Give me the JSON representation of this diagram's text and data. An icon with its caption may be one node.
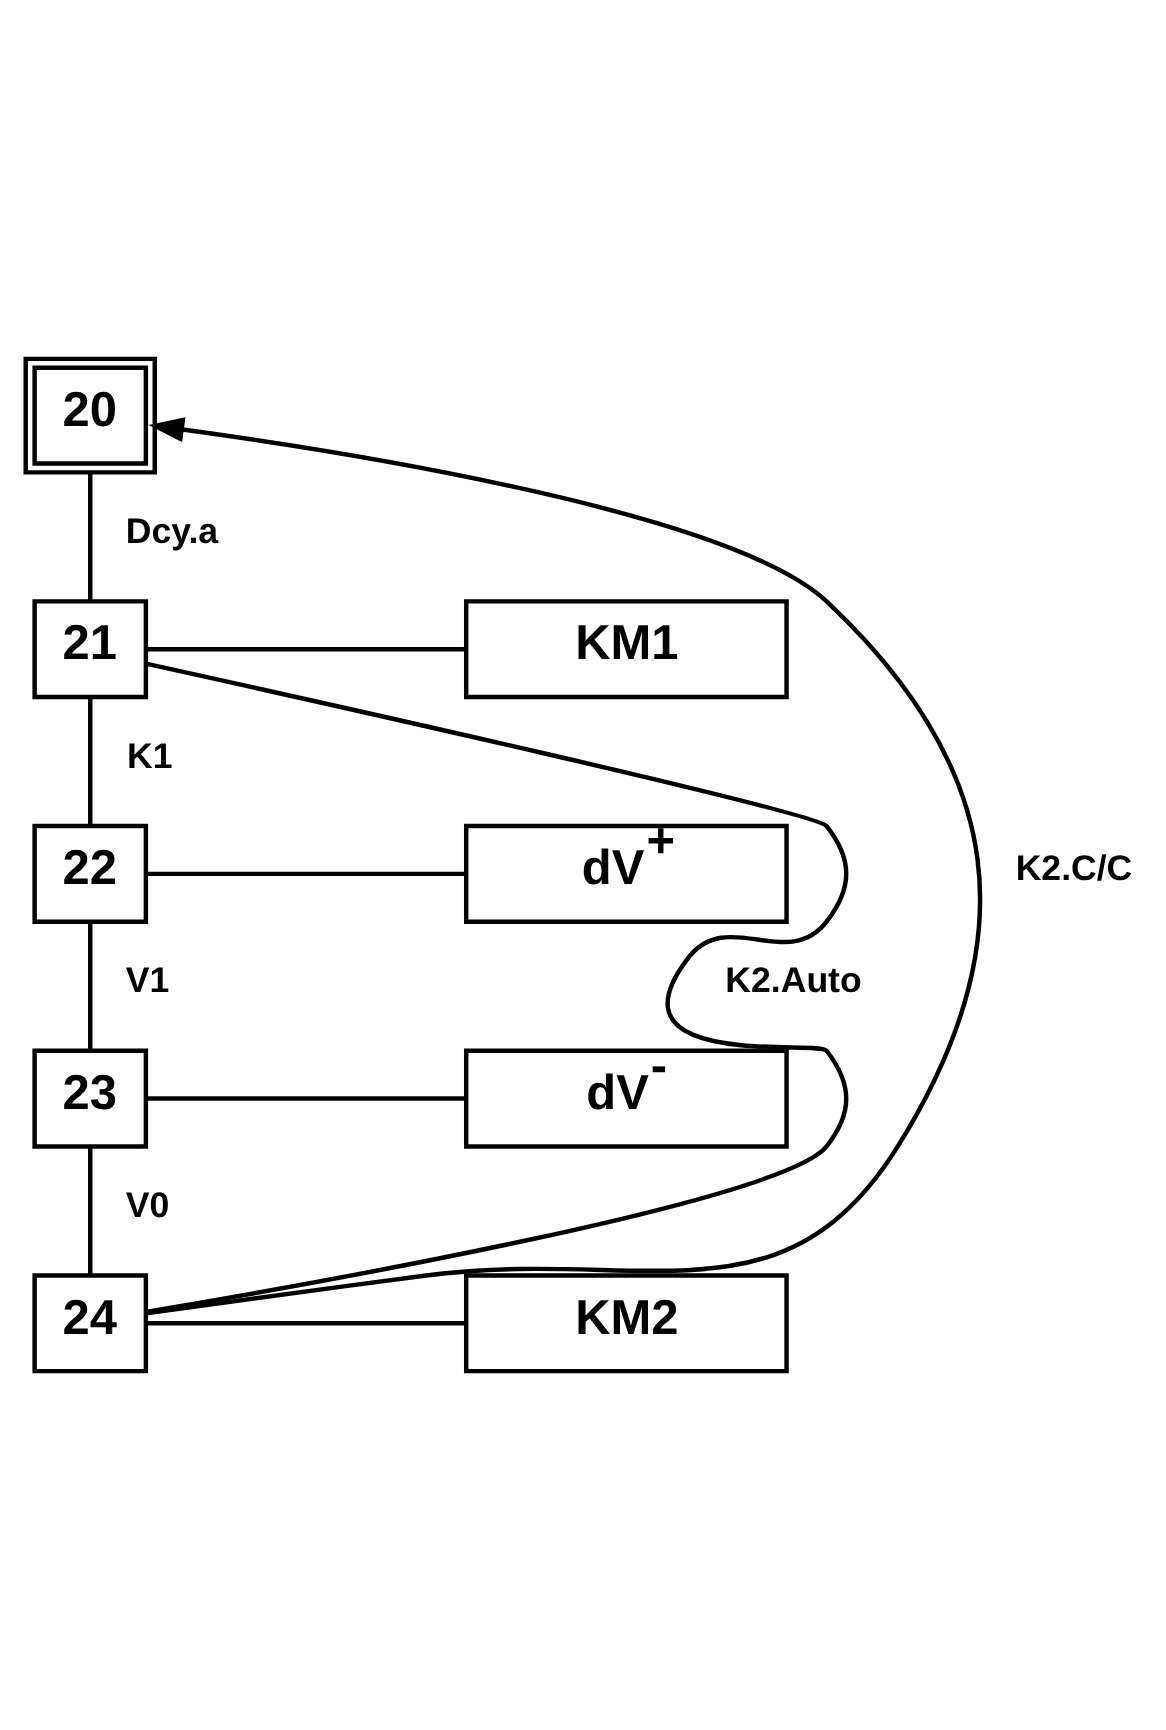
{
  "diagram": {
    "nodes": [
      {
        "text": [
          "20"
        ]
      },
      {
        "text": [
          "21"
        ]
      },
      {
        "text": [
          "KM1"
        ]
      },
      {
        "text": [
          "22"
        ]
      },
      {
        "text": [
          "dV$^{+}$"
        ]
      },
      {
        "text": [
          "23"
        ]
      },
      {
        "text": [
          "dV$^{-}$"
        ]
      },
      {
        "text": [
          "24"
        ]
      },
      {
        "text": [
          "KM2"
        ]
      }
    ],
    "edges": [
      {
        "from": 0,
        "to": 1,
        "arrow": "none",
        "label": "Dcy.a"
      },
      {
        "from": 1,
        "to": 2,
        "arrow": "none"
      },
      {
        "from": 1,
        "to": 3,
        "arrow": "none",
        "label": "K1"
      },
      {
        "from": 3,
        "to": 4,
        "arrow": "none"
      },
      {
        "from": 3,
        "to": 5,
        "arrow": "none",
        "label": "V1"
      },
      {
        "from": 5,
        "to": 6,
        "arrow": "none"
      },
      {
        "from": 5,
        "to": 7,
        "arrow": "none",
        "label": "V0"
      },
      {
        "from": 7,
        "to": 8,
        "arrow": "none"
      },
      {
        "from": 7,
        "to": 1,
        "arrow": "none",
        "label": "K2.Auto"
      },
      {
        "from": 7,
        "to": 0,
        "arrow": "to",
        "label": "K2.C/C"
      }
    ]
  }
}
